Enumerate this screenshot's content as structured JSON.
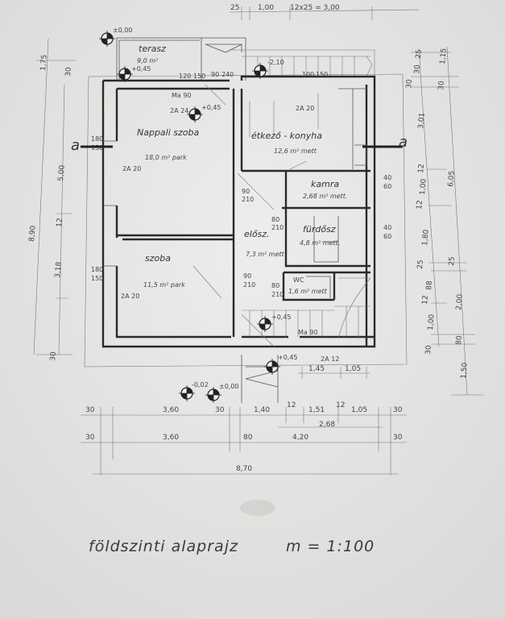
{
  "title": "földszinti alaprajz",
  "scale": "m = 1:100",
  "section_marker": "a",
  "rooms": {
    "terrace": {
      "name": "terasz",
      "area": "9,0 m²"
    },
    "living": {
      "name": "Nappali szoba",
      "area": "18,0 m² park"
    },
    "kitchen": {
      "name": "étkező - konyha",
      "area": "12,6 m² mett"
    },
    "pantry": {
      "name": "kamra",
      "area": "2,68 m² mett."
    },
    "bathroom": {
      "name": "fürdősz",
      "area": "4,8 m² mett."
    },
    "hall": {
      "name": "elősz.",
      "area": "7,3 m² mett"
    },
    "bedroom": {
      "name": "szoba",
      "area": "11,5 m² park"
    },
    "wc": {
      "name": "WC",
      "area": "1,6 m² mett"
    }
  },
  "openings": {
    "w_living_top": "2A 24",
    "w_living_left": "2A 20",
    "w_kitchen": "2A 20",
    "w_bedroom": "2A 20",
    "w_entry": "2A 12",
    "door_terrace": "Ma 90",
    "door_entry": "Ma 90",
    "d_180_150": [
      "180",
      "150"
    ],
    "d_90_210": [
      "90",
      "210"
    ],
    "d_80_210": [
      "80",
      "210"
    ],
    "d_40_60": [
      "40",
      "60"
    ],
    "d_120_150": [
      "120",
      "150"
    ],
    "d_100_150": [
      "100",
      "150"
    ],
    "d_90_240": [
      "90",
      "240"
    ]
  },
  "levels": {
    "terrace_corner": "±0,00",
    "terrace": "+0,45",
    "living": "+0,45",
    "outside_rear": "-2,10",
    "entry": "+0,45",
    "hall": "+0,45",
    "ground_left": "-0,02",
    "ground": "±0,00"
  },
  "dimensions": {
    "top": [
      "25",
      "1,00",
      "12x25 = 3,00"
    ],
    "left_inner": [
      "30",
      "5,00",
      "12",
      "3,18",
      "30"
    ],
    "left_outer": [
      "1,75",
      "8,90"
    ],
    "right_inner": [
      "25",
      "30",
      "30",
      "3,01",
      "12",
      "1,00",
      "12",
      "1,80",
      "25",
      "88",
      "12",
      "1,00",
      "30"
    ],
    "right_outer": [
      "1,15",
      "30",
      "6,05",
      "25",
      "2,00",
      "80",
      "1,50"
    ],
    "entry": [
      "1,45",
      "1,05"
    ],
    "bottom_row1": [
      "30",
      "3,60",
      "30",
      "1,40",
      "12",
      "1,51",
      "12",
      "1,05",
      "30"
    ],
    "bottom_sub": "2,68",
    "bottom_row2": [
      "30",
      "3,60",
      "80",
      "4,20",
      "30"
    ],
    "bottom_total": "8,70"
  }
}
